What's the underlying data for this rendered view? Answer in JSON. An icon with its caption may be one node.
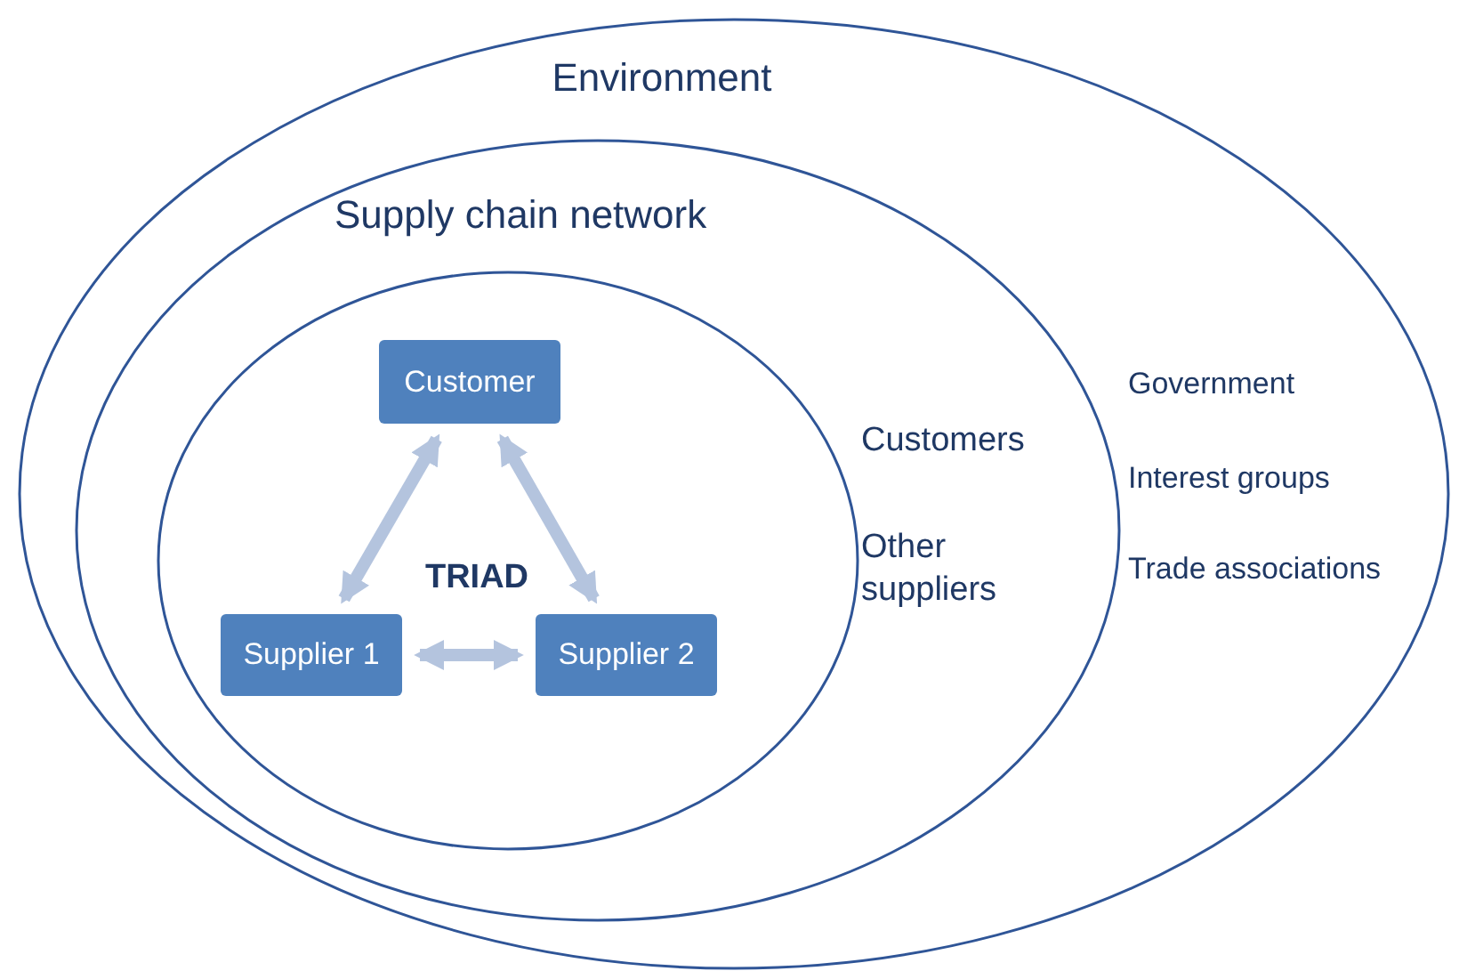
{
  "diagram": {
    "nodes": [
      {
        "text": [
          "Environment",
          "Government",
          "Interest groups",
          "Trade associations"
        ]
      },
      {
        "text": [
          "Supply chain network",
          "Customers",
          "Other suppliers"
        ],
        "in": 0
      },
      {
        "text": [
          "TRIAD"
        ],
        "in": 1
      },
      {
        "text": [
          "Customer"
        ],
        "in": 2
      },
      {
        "text": [
          "Supplier 1"
        ],
        "in": 2
      },
      {
        "text": [
          "Supplier 2"
        ],
        "in": 2
      }
    ],
    "edges": [
      {
        "from": 3,
        "to": 4,
        "arrow": "both"
      },
      {
        "from": 3,
        "to": 5,
        "arrow": "both"
      },
      {
        "from": 4,
        "to": 5,
        "arrow": "both"
      }
    ]
  }
}
